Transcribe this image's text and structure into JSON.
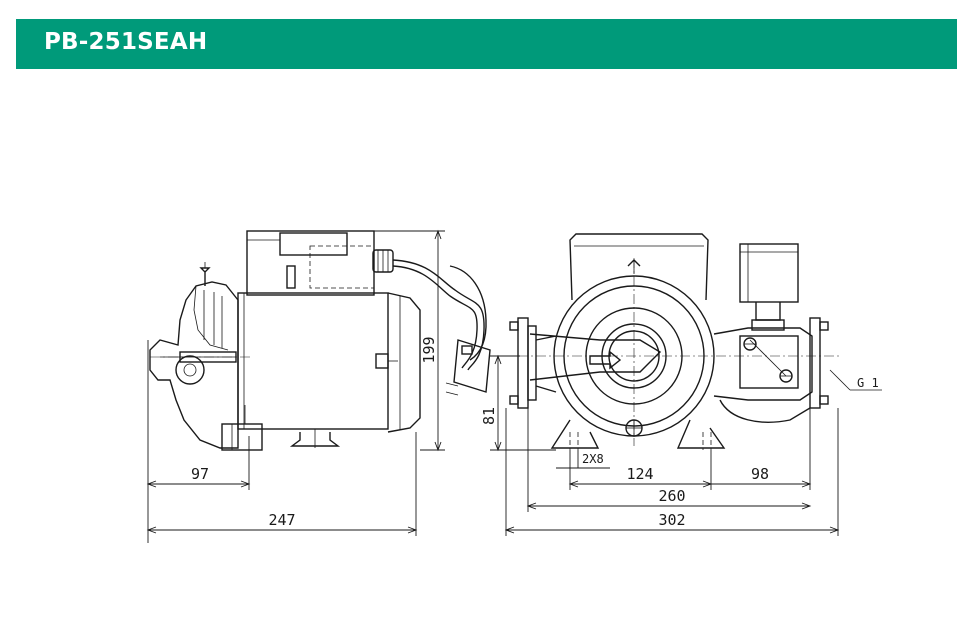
{
  "header": {
    "title": "PB-251SEAH"
  },
  "side_view": {
    "dim_height": "199",
    "dim_inlet_height": "81",
    "dim_inlet_offset": "97",
    "dim_total_depth": "247"
  },
  "front_view": {
    "dim_bolt_holes": "2X8",
    "dim_left_center": "124",
    "dim_right_center": "98",
    "dim_foot_span": "260",
    "dim_total_width": "302",
    "thread_label": "G 1"
  },
  "colors": {
    "header_bg": "#009a7a",
    "header_text": "#ffffff",
    "line": "#1a1a1a"
  }
}
